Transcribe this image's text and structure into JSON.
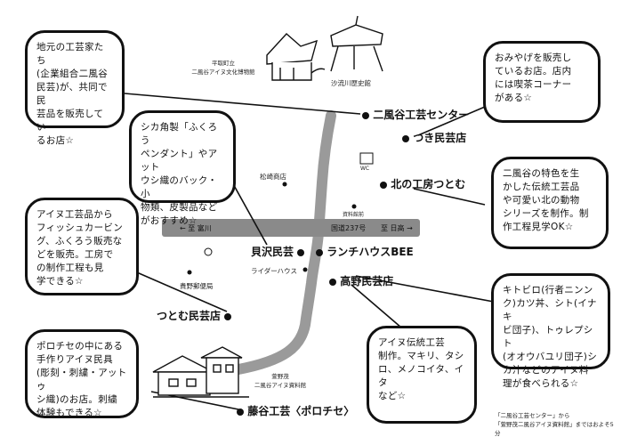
{
  "bubbles": {
    "top_left": "地元の工芸家たち\n(企業組合二風谷\n民芸)が、共同で民\n芸品を販売してい\nるお店☆",
    "top_mid": "シカ角製「ふくろう\nペンダント」やアット\nウシ織のバック・小\n物類、皮製品など\nがおすすめ☆",
    "left_mid": "アイヌ工芸品から\nフィッシュカービン\nグ、ふくろう販売な\nどを販売。工房で\nの制作工程も見\n学できる☆",
    "bottom_left": "ポロチセの中にある\n手作りアイヌ民具\n(彫刻・刺繍・アットゥ\nシ織)のお店。刺繍\n体験もできる☆",
    "top_right": "おみやげを販売し\nているお店。店内\nには喫茶コーナー\nがある☆",
    "right_mid": "二風谷の特色を生\nかした伝統工芸品\nや可愛い北の動物\nシリーズを制作。制\n作工程見学OK☆",
    "right_low": "キトビロ(行者ニンン\nク)カツ丼、シト(イナキ\nビ団子)、トゥレプシト\n(オオウバユリ団子)シ\nカ汁などのアイヌ料\n理が食べられる☆",
    "bottom_mid": "アイヌ伝統工芸\n制作。マキリ、タシ\nロ、メノコイタ、イタ\nなど☆"
  },
  "shops": {
    "nibutani": "二風谷工芸センター",
    "tsuki": "つき民芸店",
    "kita": "北の工房つとむ",
    "kaizawa": "貝沢民芸",
    "lunch": "ランチハウスBEE",
    "takano": "高野民芸店",
    "tsutomu": "つとむ民芸店",
    "fujito": "藤谷工芸〈ポロチセ〉"
  },
  "landmarks": {
    "museum": "平取町立\n二風谷アイヌ文化博物館",
    "sarugawa": "沙流川歴史館",
    "matsuoka": "松崎商店",
    "rider": "ライダーハウス",
    "post": "貴野郵便局",
    "kayano": "萱野茂\n二風谷アイヌ資料館",
    "parking": "資料館前",
    "wc": "WC"
  },
  "road": {
    "left": "← 至 富川",
    "right": "至 日高 →",
    "route": "国道237号"
  },
  "credit": "「二風谷工芸センター」から\n「萱野茂二風谷アイヌ資料館」まではおよそ5分"
}
